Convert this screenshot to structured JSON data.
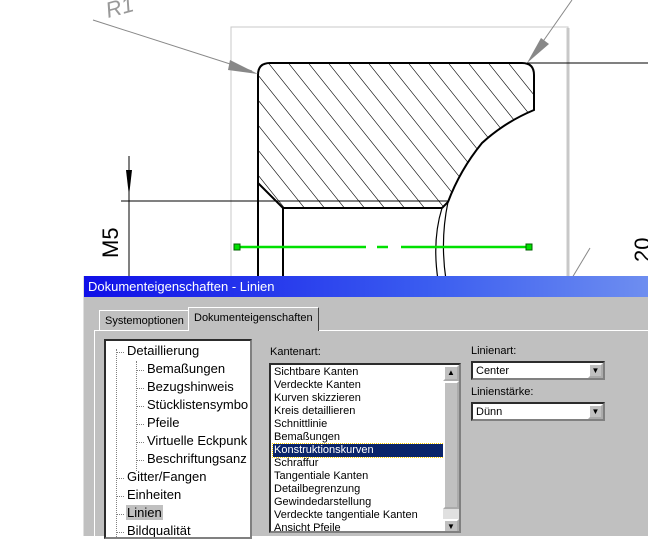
{
  "drawing": {
    "dim_radius": "R1",
    "dim_thread": "M5",
    "dim_right": "20",
    "centerline_color": "#00e000"
  },
  "dialog": {
    "title": "Dokumenteigenschaften - Linien",
    "tabs": [
      {
        "label": "Systemoptionen",
        "active": false
      },
      {
        "label": "Dokumenteigenschaften",
        "active": true
      }
    ],
    "tree": [
      {
        "label": "Detaillierung",
        "level": 0
      },
      {
        "label": "Bemaßungen",
        "level": 1
      },
      {
        "label": "Bezugshinweis",
        "level": 1
      },
      {
        "label": "Stücklistensymbo",
        "level": 1
      },
      {
        "label": "Pfeile",
        "level": 1
      },
      {
        "label": "Virtuelle Eckpunk",
        "level": 1
      },
      {
        "label": "Beschriftungsanz",
        "level": 1
      },
      {
        "label": "Gitter/Fangen",
        "level": 0
      },
      {
        "label": "Einheiten",
        "level": 0
      },
      {
        "label": "Linien",
        "level": 0,
        "selected": true
      },
      {
        "label": "Bildqualität",
        "level": 0
      }
    ],
    "kantenart_label": "Kantenart:",
    "kantenart_items": [
      "Sichtbare Kanten",
      "Verdeckte Kanten",
      "Kurven skizzieren",
      "Kreis detaillieren",
      "Schnittlinie",
      "Bemaßungen",
      "Konstruktionskurven",
      "Schraffur",
      "Tangentiale Kanten",
      "Detailbegrenzung",
      "Gewindedarstellung",
      "Verdeckte tangentiale Kanten",
      "Ansicht Pfeile"
    ],
    "kantenart_selected": "Konstruktionskurven",
    "linienart_label": "Linienart:",
    "linienart_value": "Center",
    "linienstaerke_label": "Linienstärke:",
    "linienstaerke_value": "Dünn"
  }
}
